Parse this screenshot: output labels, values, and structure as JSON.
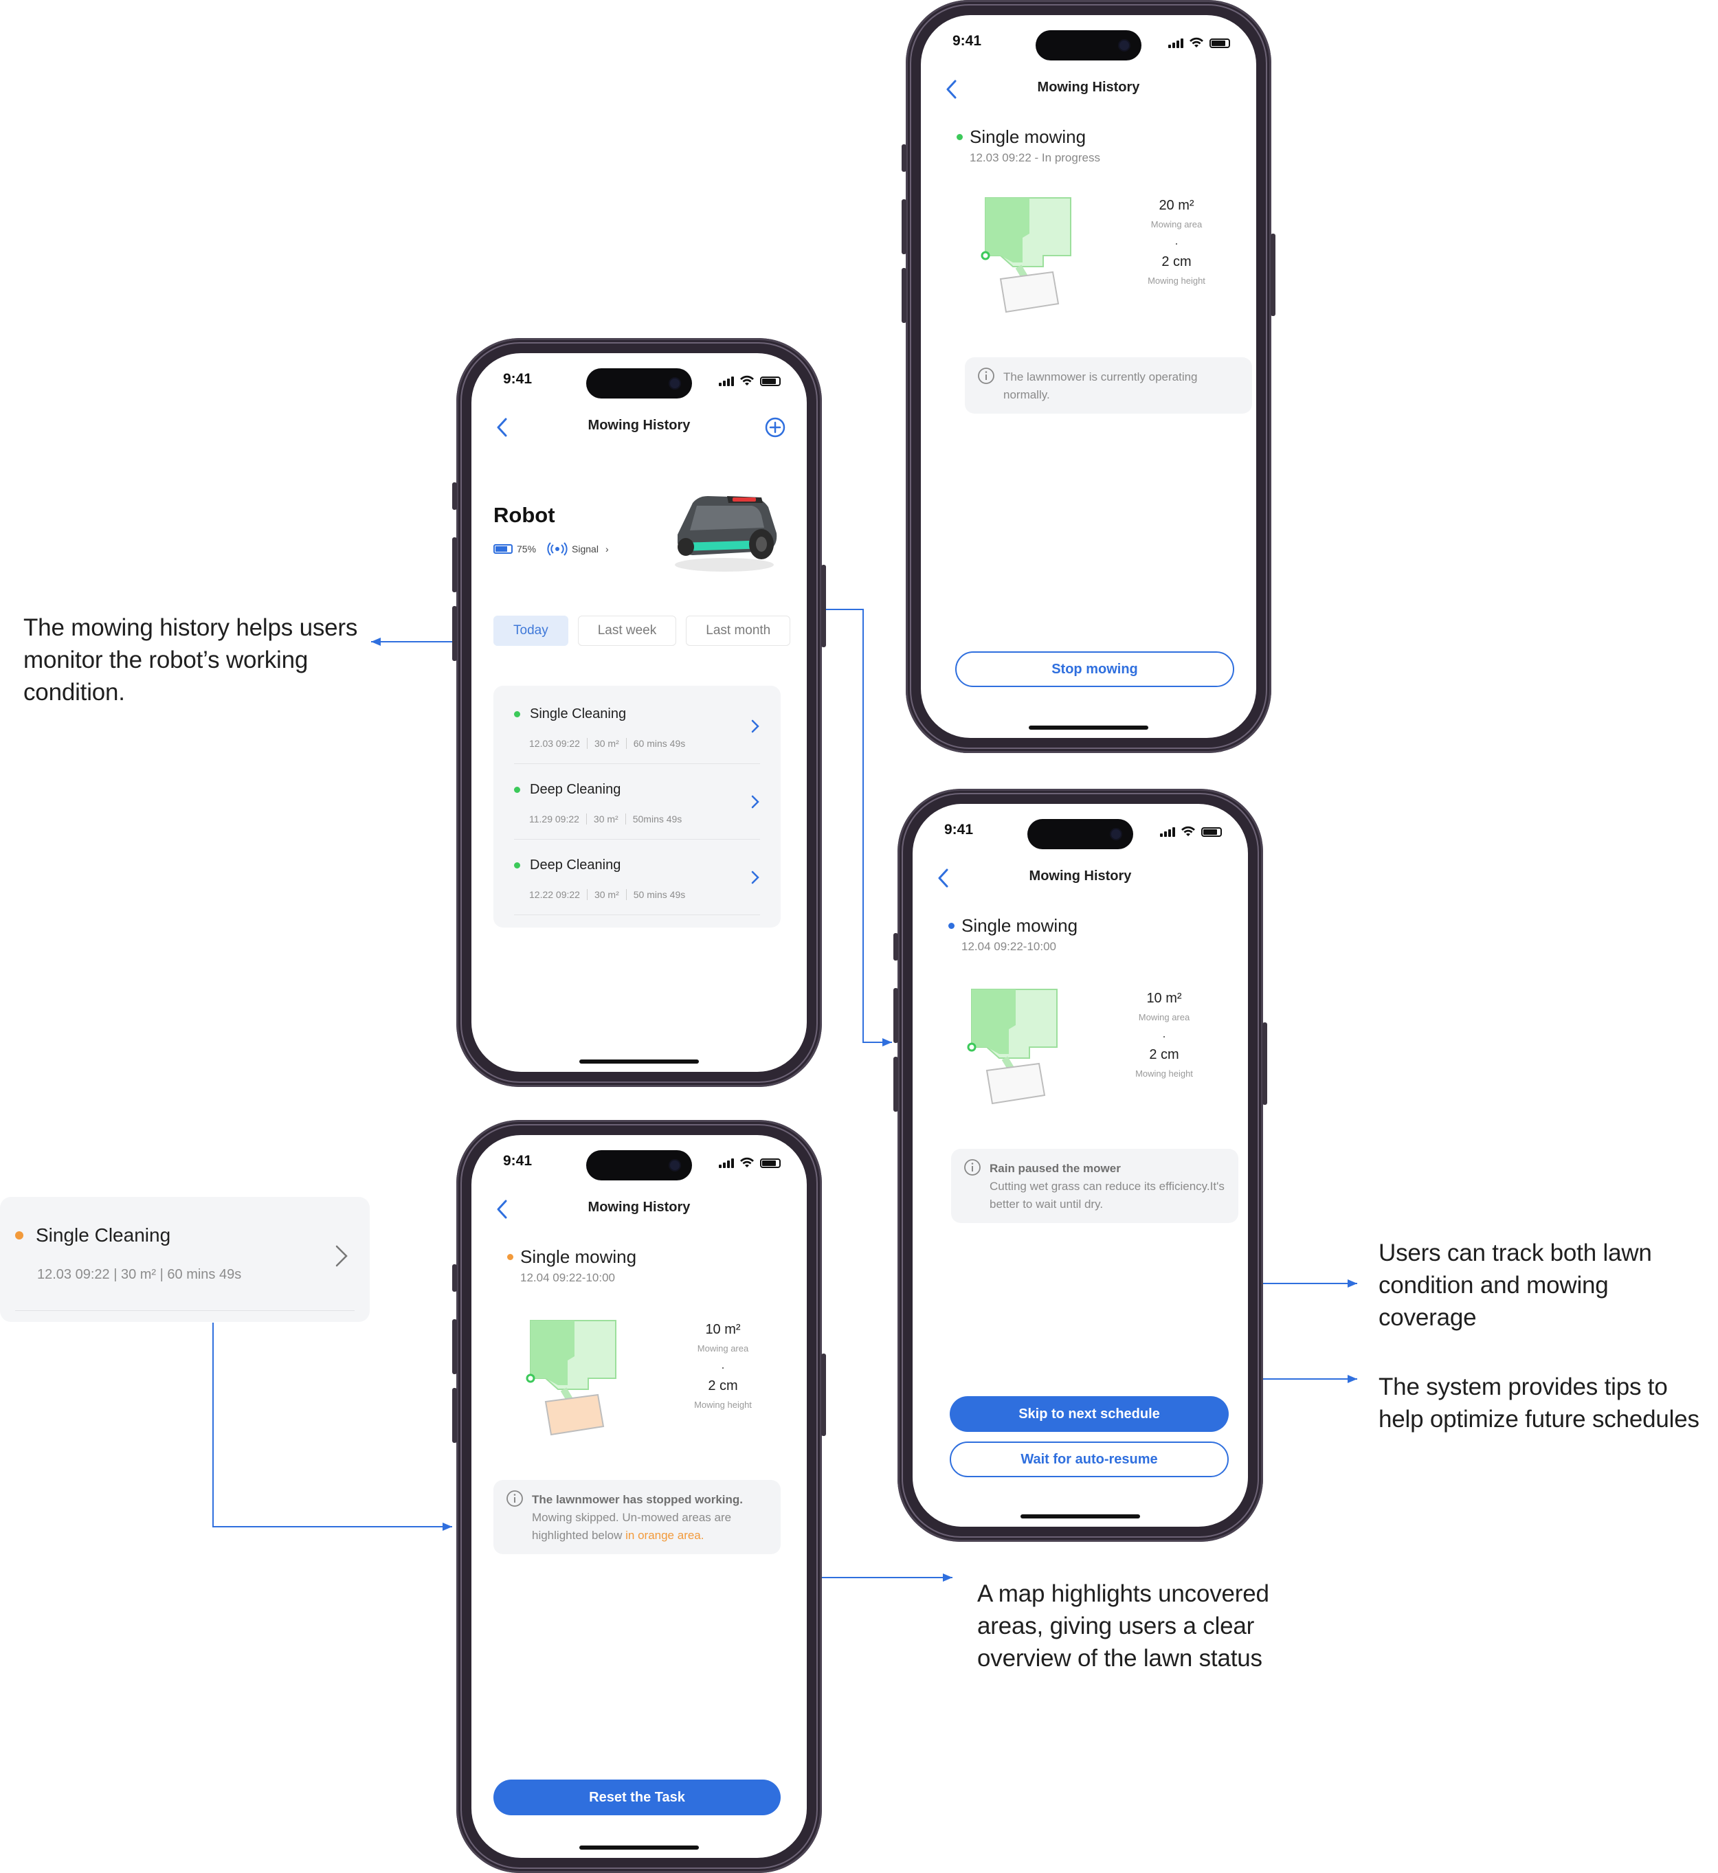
{
  "status_bar": {
    "time": "9:41"
  },
  "list_screen": {
    "title": "Mowing History",
    "robot_name": "Robot",
    "battery": "75%",
    "signal_label": "Signal",
    "tabs": [
      {
        "label": "Today",
        "active": true
      },
      {
        "label": "Last week",
        "active": false
      },
      {
        "label": "Last month",
        "active": false
      }
    ],
    "records": [
      {
        "name": "Single Cleaning",
        "date": "12.03 09:22",
        "area": "30 m²",
        "duration": "60 mins 49s"
      },
      {
        "name": "Deep Cleaning",
        "date": "11.29 09:22",
        "area": "30 m²",
        "duration": "50mins 49s"
      },
      {
        "name": "Deep Cleaning",
        "date": "12.22 09:22",
        "area": "30 m²",
        "duration": "50 mins 49s"
      }
    ]
  },
  "progress_screen": {
    "title": "Mowing History",
    "mow_title": "Single mowing",
    "mow_sub": "12.03 09:22 - In progress",
    "area_value": "20 m²",
    "area_label": "Mowing area",
    "dot": "·",
    "height_value": "2 cm",
    "height_label": "Mowing height",
    "tip_text": "The lawnmower is currently operating normally.",
    "button": "Stop mowing",
    "status_color": "#3cc95a"
  },
  "rain_screen": {
    "title": "Mowing History",
    "mow_title": "Single mowing",
    "mow_sub": "12.04 09:22-10:00",
    "area_value": "10 m²",
    "area_label": "Mowing area",
    "dot": "·",
    "height_value": "2 cm",
    "height_label": "Mowing height",
    "tip_title": "Rain paused the mower",
    "tip_text": "Cutting wet grass can reduce its efficiency.It's better to wait until dry.",
    "button_primary": "Skip to next schedule",
    "button_secondary": "Wait for auto-resume",
    "status_color": "#2f6fde"
  },
  "stopped_screen": {
    "title": "Mowing History",
    "mow_title": "Single mowing",
    "mow_sub": "12.04 09:22-10:00",
    "area_value": "10 m²",
    "area_label": "Mowing area",
    "dot": "·",
    "height_value": "2 cm",
    "height_label": "Mowing height",
    "tip_title": "The lawnmower has stopped working.",
    "tip_text": "Mowing skipped. Un-mowed areas are highlighted below",
    "tip_highlight": "in orange area.",
    "button": "Reset the Task",
    "status_color": "#f29a3b"
  },
  "zoom_card": {
    "name": "Single Cleaning",
    "meta": "12.03 09:22  |  30 m²  |  60 mins 49s"
  },
  "annotations": {
    "history": "The mowing history helps users monitor the robot’s working condition.",
    "track": "Users can track both lawn condition and mowing coverage",
    "tips": "The system provides tips to help optimize future schedules",
    "map": "A map highlights uncovered areas, giving users a clear overview of the lawn status"
  },
  "colors": {
    "accent": "#2f6fde",
    "success": "#3cc95a",
    "warning": "#f29a3b"
  },
  "icons": [
    "back-chevron-icon",
    "plus-circle-icon",
    "info-icon",
    "chevron-right-icon",
    "battery-icon",
    "signal-icon",
    "wifi-icon"
  ]
}
